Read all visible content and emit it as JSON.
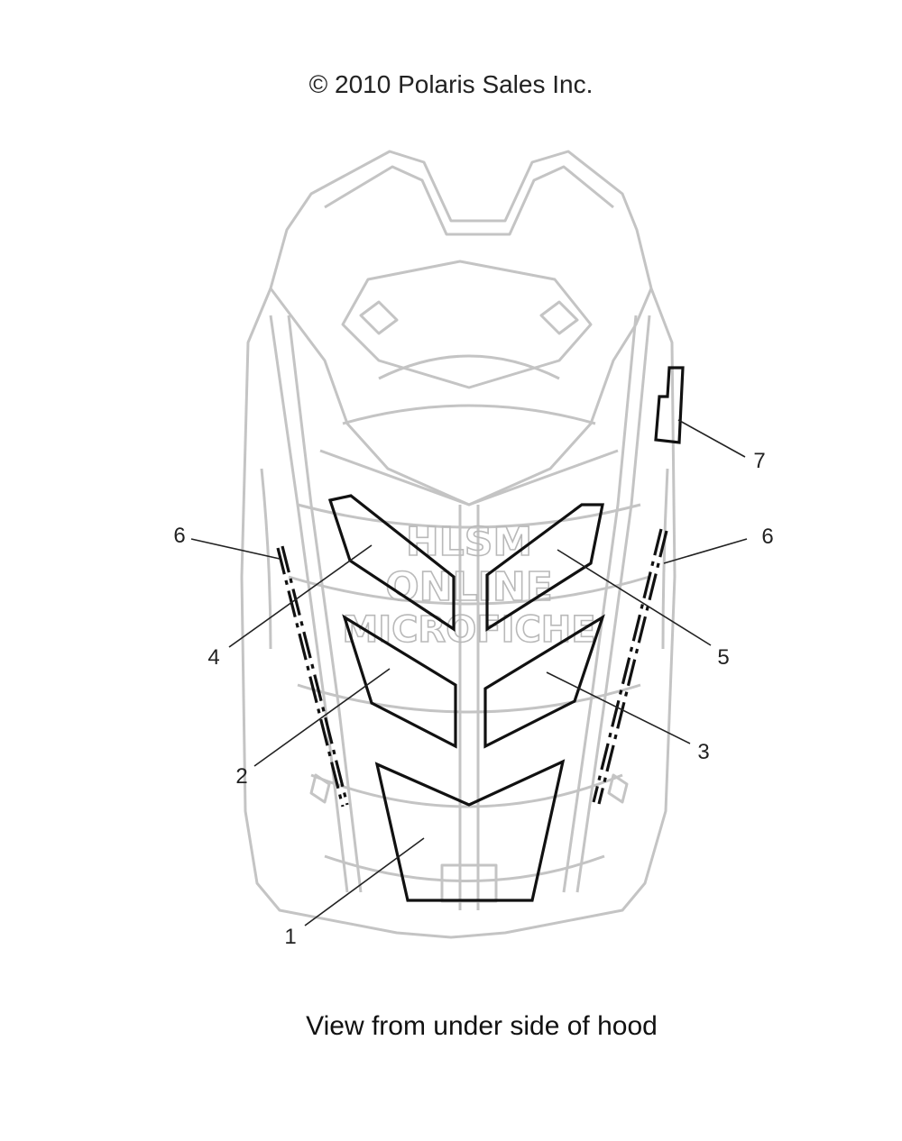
{
  "copyright": "© 2010 Polaris Sales Inc.",
  "caption": "View from under side of hood",
  "watermark": {
    "line1": "HLSM",
    "line2": "ONLINE",
    "line3": "MICROFICHE"
  },
  "callouts": [
    "1",
    "2",
    "3",
    "4",
    "5",
    "6",
    "6",
    "7"
  ],
  "colors": {
    "outline": "#c4c4c4",
    "decal": "#111111",
    "text": "#222222"
  }
}
